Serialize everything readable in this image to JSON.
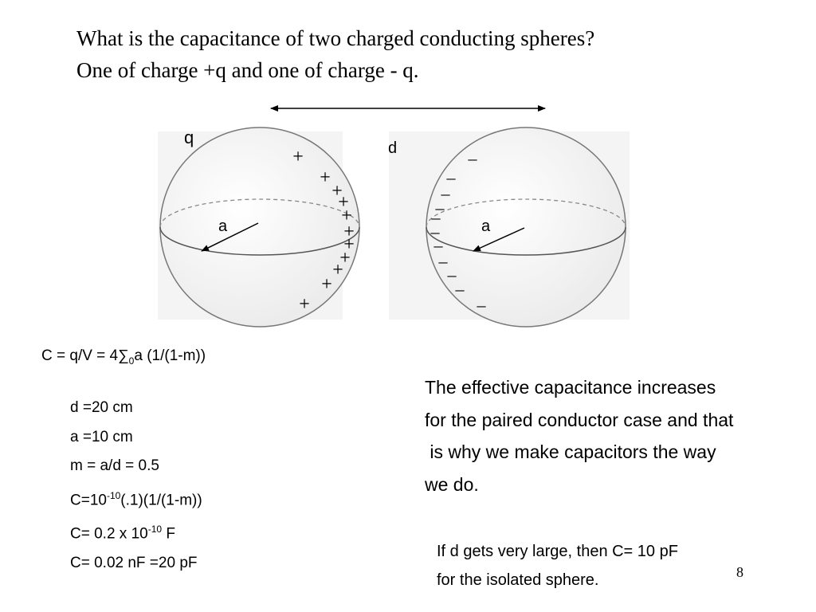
{
  "title": {
    "line1": "What is the capacitance of two charged conducting spheres?",
    "line2": "One of charge +q and one of charge - q."
  },
  "diagram": {
    "label_q": "q",
    "label_d": "d",
    "label_a_left": "a",
    "label_a_right": "a",
    "plus_sign": "+",
    "minus_sign": "–"
  },
  "formula": {
    "prefix": "C = q/V = 4",
    "glyph": "",
    "sum": "∑",
    "sub": "0",
    "suffix": "a (1/(1-m))"
  },
  "calc": {
    "d": "d =20 cm",
    "a": "a =10 cm",
    "m": "m = a/d = 0.5",
    "c1_pre": "C=10",
    "c1_sup": "-10",
    "c1_post": "(.1)(1/(1-m))",
    "c2_pre": "C= 0.2 x 10",
    "c2_sup": "-10",
    "c2_post": " F",
    "c3": "C= 0.02 nF =20 pF"
  },
  "note": {
    "line1": "The effective capacitance increases",
    "line2": "for the paired conductor case and that",
    "line3": " is why we make capacitors the way",
    "line4": "we do."
  },
  "note2": {
    "line1": "If d gets very large, then C= 10 pF",
    "line2": "for the isolated sphere."
  },
  "page_number": "8"
}
